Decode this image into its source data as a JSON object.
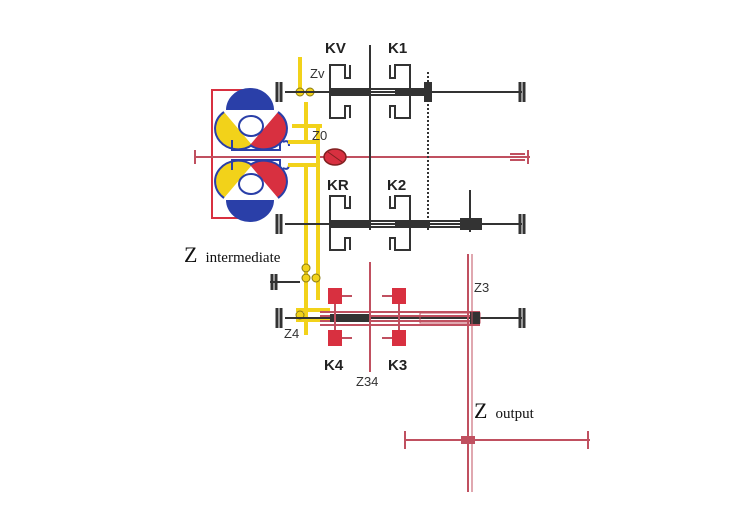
{
  "colors": {
    "yellow": "#f2d21a",
    "red": "#d83040",
    "pink": "#c05060",
    "black": "#333333",
    "blue": "#2a3fa8"
  },
  "labels": {
    "kv": "KV",
    "k1": "K1",
    "kr": "KR",
    "k2": "K2",
    "k4": "K4",
    "k3": "K3",
    "zv": "Zv",
    "z0": "Z0",
    "z3": "Z3",
    "z4": "Z4",
    "z34": "Z34",
    "z_intermediate": "Z",
    "z_intermediate_sub": "intermediate",
    "z_output": "Z",
    "z_output_sub": "output"
  }
}
